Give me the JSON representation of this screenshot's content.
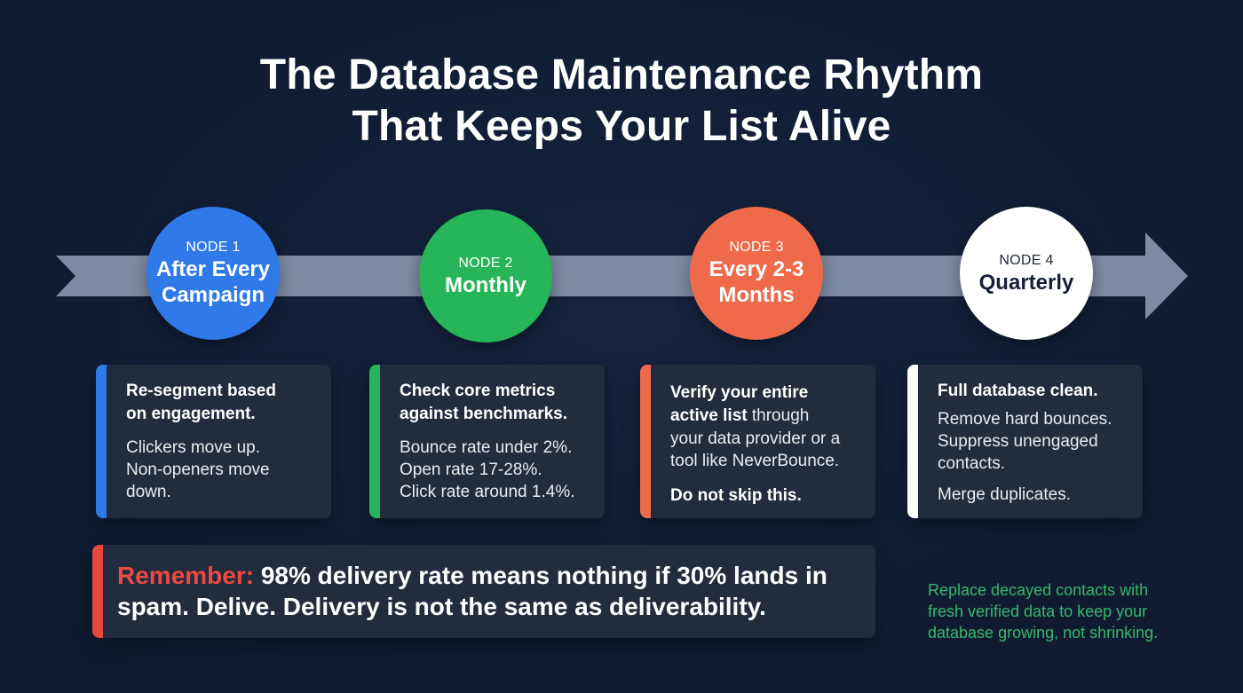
{
  "title": {
    "line1": "The Database Maintenance Rhythm",
    "line2": "That Keeps Your List Alive"
  },
  "colors": {
    "background": "#121d36",
    "timeline": "#7e8aa3",
    "node_1": "#2f7ae8",
    "node_2": "#27b559",
    "node_3": "#ee6a4a",
    "node_4": "#ffffff",
    "card": "#232c3e",
    "reminder_accent": "#e5483f",
    "footnote": "#36b86a"
  },
  "nodes": [
    {
      "number": "NODE 1",
      "label_line1": "After Every",
      "label_line2": "Campaign"
    },
    {
      "number": "NODE 2",
      "label_line1": "Monthly",
      "label_line2": ""
    },
    {
      "number": "NODE 3",
      "label_line1": "Every 2-3",
      "label_line2": "Months"
    },
    {
      "number": "NODE 4",
      "label_line1": "Quarterly",
      "label_line2": ""
    }
  ],
  "cards": [
    {
      "heading_line1": "Re-segment based",
      "heading_line2": "on engagement.",
      "body": [
        "Clickers move up.",
        "Non-openers move",
        "down."
      ]
    },
    {
      "heading_line1": "Check core metrics",
      "heading_line2": "against benchmarks.",
      "body": [
        "Bounce rate under 2%.",
        "Open rate 17-28%.",
        "Click rate around 1.4%."
      ]
    },
    {
      "heading_line1": "Verify your entire",
      "heading_bold_2": "active list",
      "heading_rest_2": " through",
      "body": [
        "your data provider or a",
        "tool like NeverBounce."
      ],
      "emphasis": "Do not skip this."
    },
    {
      "heading_line1": "Full database clean.",
      "body": [
        "Remove hard bounces.",
        "Suppress unengaged",
        "contacts."
      ],
      "extra": "Merge duplicates."
    }
  ],
  "reminder": {
    "label": "Remember:",
    "text_line1": " 98% delivery rate means nothing if 30% lands in",
    "text_line2": "spam. Delive. Delivery is not the same as deliverability."
  },
  "footnote": {
    "line1": "Replace decayed contacts with",
    "line2": "fresh verified data to keep your",
    "line3": "database growing, not shrinking."
  }
}
